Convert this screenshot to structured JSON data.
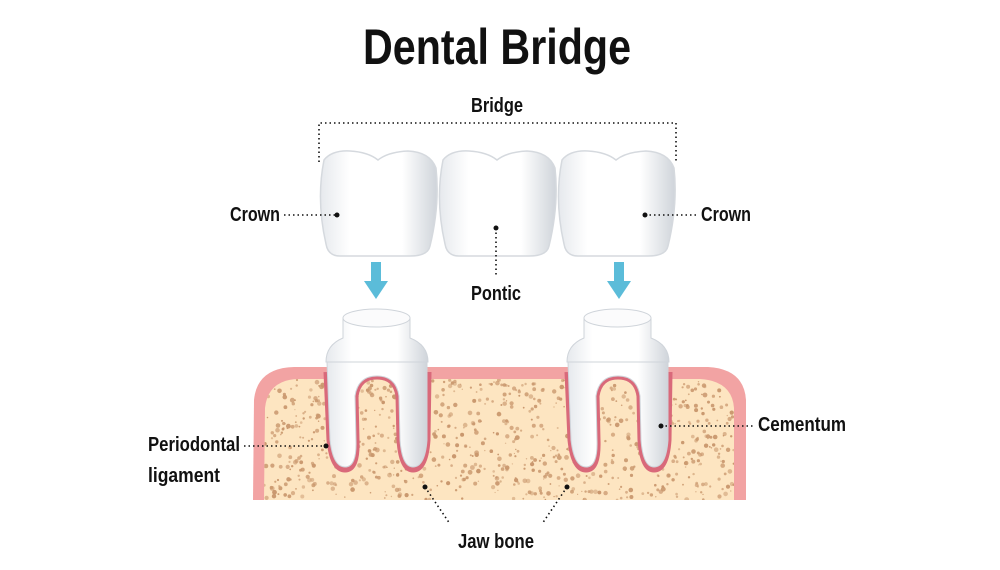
{
  "title": "Dental Bridge",
  "labels": {
    "bridge": "Bridge",
    "crown_left": "Crown",
    "crown_right": "Crown",
    "pontic": "Pontic",
    "periodontal_line1": "Periodontal",
    "periodontal_line2": "ligament",
    "cementum": "Cementum",
    "jaw_bone": "Jaw bone"
  },
  "colors": {
    "arrow": "#5bbcd9",
    "gum": "#f2a3a3",
    "ligament": "#d9697a",
    "bone": "#fde5c1",
    "speckle": "#c9976d",
    "tooth": "#ffffff",
    "tooth_shade": "#d9dde2"
  }
}
